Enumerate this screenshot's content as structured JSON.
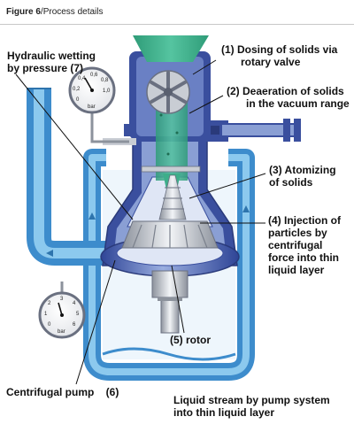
{
  "figure": {
    "label": "Figure 6",
    "title": "Process details"
  },
  "labels": {
    "hydraulic": [
      "Hydraulic wetting",
      "by pressure (7)"
    ],
    "dosing": [
      "(1) Dosing of solids via",
      "rotary valve"
    ],
    "deaeration": [
      "(2) Deaeration of solids",
      "in the vacuum range"
    ],
    "atomizing": [
      "(3) Atomizing",
      "of solids"
    ],
    "injection": [
      "(4) Injection of",
      "particles by",
      "centrifugal",
      "force into thin",
      "liquid layer"
    ],
    "rotor": "(5) rotor",
    "pump": "Centrifugal pump    (6)",
    "stream": [
      "Liquid stream by pump system",
      "into thin liquid layer"
    ]
  },
  "gauges": {
    "top": {
      "ticks": [
        "0",
        "0,2",
        "0,4",
        "0,6",
        "0,8",
        "1,0"
      ],
      "unit": "bar"
    },
    "bottom": {
      "ticks": [
        "0",
        "1",
        "2",
        "3",
        "4",
        "5",
        "6"
      ],
      "unit": "bar"
    }
  },
  "colors": {
    "liquid": "#4f9fd6",
    "liquid_light": "#8cc3e6",
    "solids": "#3dae8a",
    "housing": "#3a4f9e",
    "housing_light": "#8a9fd4",
    "steel": "#c9cdd4"
  }
}
